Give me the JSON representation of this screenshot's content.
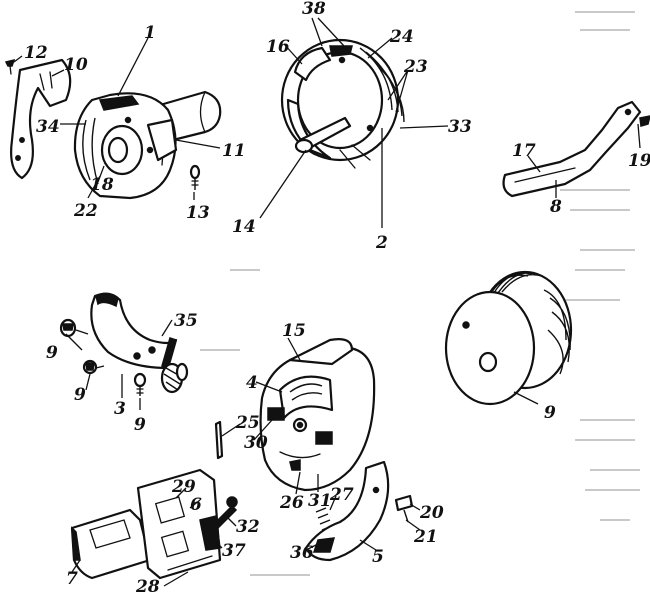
{
  "labels": [
    "1",
    "2",
    "3",
    "4",
    "5",
    "6",
    "7",
    "8",
    "9",
    "10",
    "11",
    "12",
    "13",
    "14",
    "15",
    "16",
    "17",
    "18",
    "19",
    "20",
    "21",
    "22",
    "23",
    "24",
    "25",
    "26",
    "27",
    "28",
    "29",
    "30",
    "31",
    "32",
    "33",
    "34",
    "35",
    "36",
    "37",
    "38"
  ],
  "repeated_labels": {
    "nine": "9"
  },
  "colors": {
    "ink": "#111111",
    "paper": "#ffffff",
    "ghost": "#c9c9c9"
  }
}
